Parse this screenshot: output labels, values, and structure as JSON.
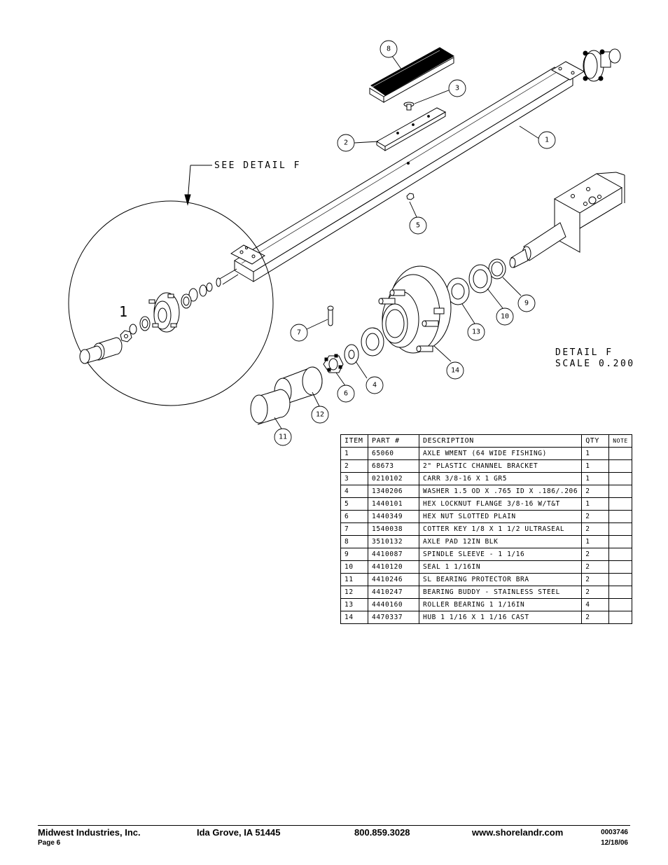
{
  "drawing": {
    "see_detail_label": "SEE DETAIL F",
    "detail_title": "DETAIL F",
    "detail_scale": "SCALE 0.200",
    "detail_marker": "1",
    "balloons": [
      "8",
      "3",
      "2",
      "1",
      "5",
      "7",
      "4",
      "6",
      "12",
      "11",
      "13",
      "10",
      "9",
      "14"
    ]
  },
  "table": {
    "headers": [
      "ITEM",
      "PART #",
      "DESCRIPTION",
      "QTY",
      "NOTE"
    ],
    "rows": [
      {
        "item": "1",
        "part": "65060",
        "description": "AXLE WMENT (64 WIDE FISHING)",
        "qty": "1",
        "note": ""
      },
      {
        "item": "2",
        "part": "68673",
        "description": "2\" PLASTIC CHANNEL BRACKET",
        "qty": "1",
        "note": ""
      },
      {
        "item": "3",
        "part": "0210102",
        "description": "CARR 3/8-16 X 1 GR5",
        "qty": "1",
        "note": ""
      },
      {
        "item": "4",
        "part": "1340206",
        "description": "WASHER 1.5 OD X .765 ID X .186/.206",
        "qty": "2",
        "note": ""
      },
      {
        "item": "5",
        "part": "1440101",
        "description": "HEX LOCKNUT FLANGE 3/8-16 W/T&T",
        "qty": "1",
        "note": ""
      },
      {
        "item": "6",
        "part": "1440349",
        "description": "HEX NUT SLOTTED PLAIN",
        "qty": "2",
        "note": ""
      },
      {
        "item": "7",
        "part": "1540038",
        "description": "COTTER KEY 1/8 X 1 1/2 ULTRASEAL",
        "qty": "2",
        "note": ""
      },
      {
        "item": "8",
        "part": "3510132",
        "description": "AXLE PAD 12IN BLK",
        "qty": "1",
        "note": ""
      },
      {
        "item": "9",
        "part": "4410087",
        "description": "SPINDLE SLEEVE - 1 1/16",
        "qty": "2",
        "note": ""
      },
      {
        "item": "10",
        "part": "4410120",
        "description": "SEAL 1 1/16IN",
        "qty": "2",
        "note": ""
      },
      {
        "item": "11",
        "part": "4410246",
        "description": "SL BEARING PROTECTOR BRA",
        "qty": "2",
        "note": ""
      },
      {
        "item": "12",
        "part": "4410247",
        "description": "BEARING BUDDY - STAINLESS STEEL",
        "qty": "2",
        "note": ""
      },
      {
        "item": "13",
        "part": "4440160",
        "description": "ROLLER BEARING 1 1/16IN",
        "qty": "4",
        "note": ""
      },
      {
        "item": "14",
        "part": "4470337",
        "description": "HUB 1 1/16 X 1 1/16 CAST",
        "qty": "2",
        "note": ""
      }
    ]
  },
  "footer": {
    "company": "Midwest Industries, Inc.",
    "page": "Page 6",
    "location": "Ida Grove, IA  51445",
    "phone": "800.859.3028",
    "website": "www.shorelandr.com",
    "doc_number": "0003746",
    "date": "12/18/06"
  }
}
